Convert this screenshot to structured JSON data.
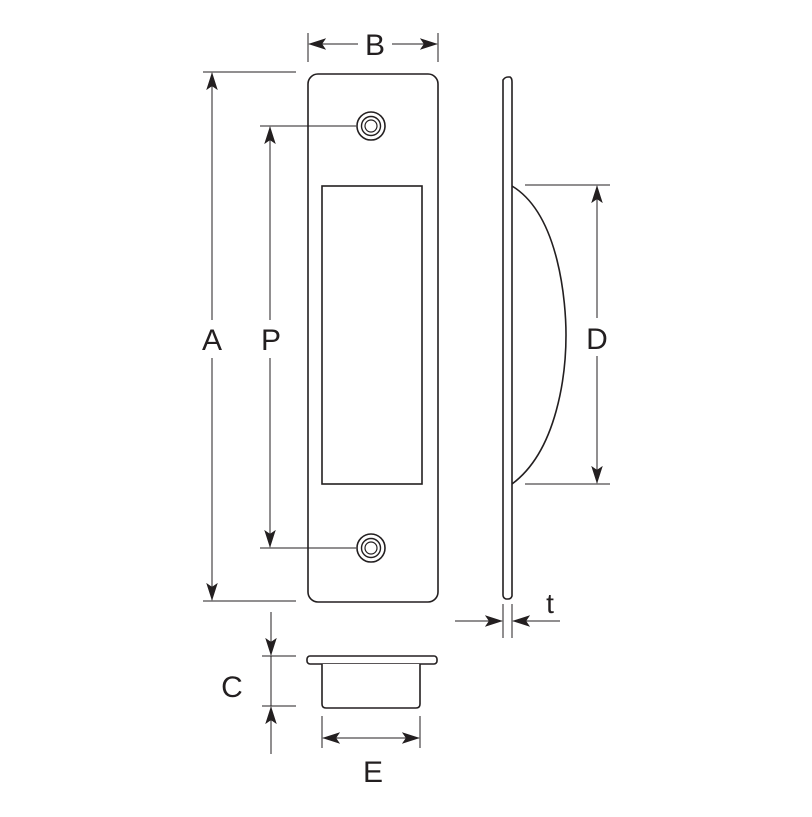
{
  "labels": {
    "A": "A",
    "B": "B",
    "C": "C",
    "D": "D",
    "E": "E",
    "P": "P",
    "t": "t"
  },
  "colors": {
    "line": "#231f20",
    "background": "#ffffff"
  }
}
